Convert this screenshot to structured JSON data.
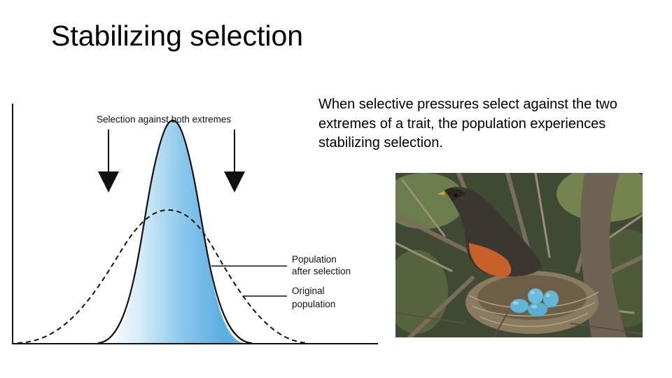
{
  "slide": {
    "title": "Stabilizing selection",
    "body": "When selective pressures select against the two extremes of a trait, the population experiences stabilizing selection."
  },
  "diagram": {
    "header_label": "Selection against both extremes",
    "label_after_line1": "Population",
    "label_after_line2": "after selection",
    "label_original_line1": "Original",
    "label_original_line2": "population",
    "colors": {
      "after_fill_center": "#5aaee0",
      "after_fill_edge": "#ffffff",
      "curve_stroke": "#111111"
    }
  },
  "photo": {
    "subject": "robin-on-nest-with-blue-eggs",
    "colors": {
      "egg": "#5fb6d6",
      "breast": "#c8602a",
      "nest": "#8a7a5e"
    }
  }
}
